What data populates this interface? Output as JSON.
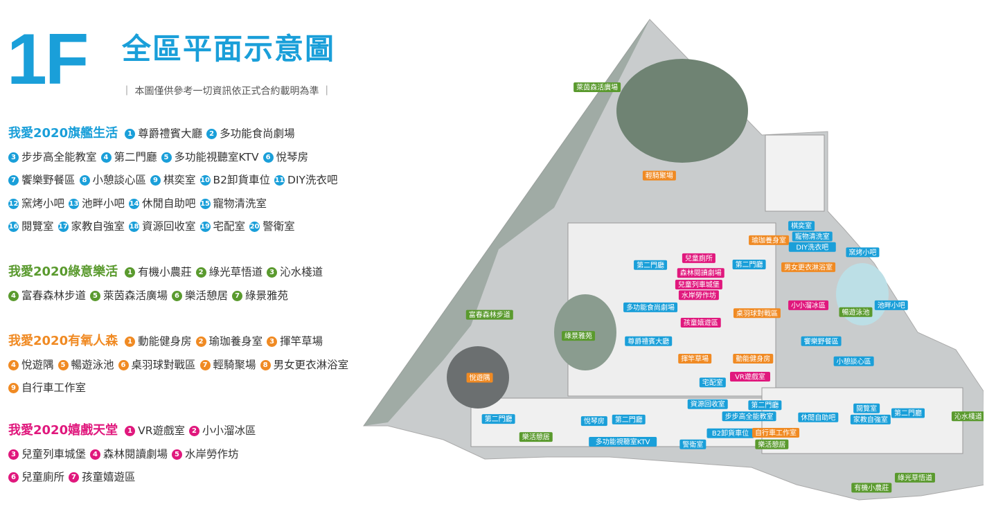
{
  "header": {
    "floor": "1F",
    "title": "全區平面示意圖",
    "subtitle": "本圖僅供參考一切資訊依正式合約載明為準"
  },
  "colors": {
    "blue": "#1a9fd9",
    "green": "#5a9a2e",
    "orange": "#f08a23",
    "magenta": "#e0187d"
  },
  "sections": [
    {
      "title": "我愛2020旗艦生活",
      "color": "#1a9fd9",
      "rows": [
        [
          [
            "1",
            "尊爵禮賓大廳"
          ],
          [
            "2",
            "多功能食尚劇場"
          ]
        ],
        [
          [
            "3",
            "步步高全能教室"
          ],
          [
            "4",
            "第二門廳"
          ],
          [
            "5",
            "多功能視聽室KTV"
          ],
          [
            "6",
            "悅琴房"
          ]
        ],
        [
          [
            "7",
            "饗樂野餐區"
          ],
          [
            "8",
            "小憩談心區"
          ],
          [
            "9",
            "棋奕室"
          ],
          [
            "10",
            "B2卸貨車位"
          ],
          [
            "11",
            "DIY洗衣吧"
          ]
        ],
        [
          [
            "12",
            "窯烤小吧"
          ],
          [
            "13",
            "池畔小吧"
          ],
          [
            "14",
            "休閒自助吧"
          ],
          [
            "15",
            "寵物清洗室"
          ]
        ],
        [
          [
            "16",
            "閱覽室"
          ],
          [
            "17",
            "家教自強室"
          ],
          [
            "18",
            "資源回收室"
          ],
          [
            "19",
            "宅配室"
          ],
          [
            "20",
            "警衛室"
          ]
        ]
      ]
    },
    {
      "title": "我愛2020綠意樂活",
      "color": "#5a9a2e",
      "rows": [
        [
          [
            "1",
            "有機小農莊"
          ],
          [
            "2",
            "綠光草悟道"
          ],
          [
            "3",
            "沁水棧道"
          ]
        ],
        [
          [
            "4",
            "富春森林步道"
          ],
          [
            "5",
            "萊茵森活廣場"
          ],
          [
            "6",
            "樂活憩居"
          ],
          [
            "7",
            "綠景雅苑"
          ]
        ]
      ]
    },
    {
      "title": "我愛2020有氧人森",
      "color": "#f08a23",
      "rows": [
        [
          [
            "1",
            "動能健身房"
          ],
          [
            "2",
            "瑜珈養身室"
          ],
          [
            "3",
            "揮竿草場"
          ]
        ],
        [
          [
            "4",
            "悅遊隅"
          ],
          [
            "5",
            "暢遊泳池"
          ],
          [
            "6",
            "桌羽球對戰區"
          ],
          [
            "7",
            "輕騎聚場"
          ],
          [
            "8",
            "男女更衣淋浴室"
          ]
        ],
        [
          [
            "9",
            "自行車工作室"
          ]
        ]
      ]
    },
    {
      "title": "我愛2020嬉戲天堂",
      "color": "#e0187d",
      "rows": [
        [
          [
            "1",
            "VR遊戲室"
          ],
          [
            "2",
            "小小溜冰區"
          ]
        ],
        [
          [
            "3",
            "兒童列車城堡"
          ],
          [
            "4",
            "森林閱讀劇場"
          ],
          [
            "5",
            "水岸勞作坊"
          ]
        ],
        [
          [
            "6",
            "兒童廁所"
          ],
          [
            "7",
            "孩童嬉遊區"
          ]
        ]
      ]
    }
  ],
  "map_labels": [
    {
      "text": "萊茵森活廣場",
      "cat": "green",
      "lx": 0.605,
      "ly": 0.165
    },
    {
      "text": "輕騎聚場",
      "cat": "orange",
      "lx": 0.668,
      "ly": 0.332
    },
    {
      "text": "富春森林步道",
      "cat": "green",
      "lx": 0.496,
      "ly": 0.595
    },
    {
      "text": "綠景雅苑",
      "cat": "green",
      "lx": 0.586,
      "ly": 0.635
    },
    {
      "text": "悅遊隅",
      "cat": "orange",
      "lx": 0.486,
      "ly": 0.714
    },
    {
      "text": "第二門廳",
      "cat": "blue",
      "lx": 0.505,
      "ly": 0.792
    },
    {
      "text": "樂活憩居",
      "cat": "green",
      "lx": 0.543,
      "ly": 0.826
    },
    {
      "text": "悅琴房",
      "cat": "blue",
      "lx": 0.602,
      "ly": 0.796
    },
    {
      "text": "第二門廳",
      "cat": "blue",
      "lx": 0.637,
      "ly": 0.793
    },
    {
      "text": "多功能視聽室KTV",
      "cat": "blue",
      "lx": 0.631,
      "ly": 0.835
    },
    {
      "text": "第二門廳",
      "cat": "blue",
      "lx": 0.659,
      "ly": 0.501
    },
    {
      "text": "多功能食尚劇場",
      "cat": "blue",
      "lx": 0.659,
      "ly": 0.581
    },
    {
      "text": "尊爵禮賓大廳",
      "cat": "blue",
      "lx": 0.657,
      "ly": 0.645
    },
    {
      "text": "兒童廁所",
      "cat": "magenta",
      "lx": 0.708,
      "ly": 0.488
    },
    {
      "text": "森林閱讀劇場",
      "cat": "magenta",
      "lx": 0.71,
      "ly": 0.516
    },
    {
      "text": "兒童列車城堡",
      "cat": "magenta",
      "lx": 0.708,
      "ly": 0.538
    },
    {
      "text": "水岸勞作坊",
      "cat": "magenta",
      "lx": 0.708,
      "ly": 0.558
    },
    {
      "text": "孩童嬉遊區",
      "cat": "magenta",
      "lx": 0.71,
      "ly": 0.61
    },
    {
      "text": "揮竿草場",
      "cat": "orange",
      "lx": 0.704,
      "ly": 0.678
    },
    {
      "text": "宅配室",
      "cat": "blue",
      "lx": 0.722,
      "ly": 0.723
    },
    {
      "text": "資源回收室",
      "cat": "blue",
      "lx": 0.717,
      "ly": 0.764
    },
    {
      "text": "B2卸貨車位",
      "cat": "blue",
      "lx": 0.74,
      "ly": 0.819
    },
    {
      "text": "警衛室",
      "cat": "blue",
      "lx": 0.702,
      "ly": 0.84
    },
    {
      "text": "瑜珈養身室",
      "cat": "orange",
      "lx": 0.779,
      "ly": 0.454
    },
    {
      "text": "第二門廳",
      "cat": "blue",
      "lx": 0.759,
      "ly": 0.5
    },
    {
      "text": "桌羽球對戰區",
      "cat": "orange",
      "lx": 0.767,
      "ly": 0.592
    },
    {
      "text": "動能健身房",
      "cat": "orange",
      "lx": 0.763,
      "ly": 0.678
    },
    {
      "text": "VR遊戲室",
      "cat": "magenta",
      "lx": 0.76,
      "ly": 0.712
    },
    {
      "text": "第二門廳",
      "cat": "blue",
      "lx": 0.775,
      "ly": 0.766
    },
    {
      "text": "步步高全能教室",
      "cat": "blue",
      "lx": 0.759,
      "ly": 0.787
    },
    {
      "text": "自行車工作室",
      "cat": "orange",
      "lx": 0.786,
      "ly": 0.818
    },
    {
      "text": "樂活憩居",
      "cat": "green",
      "lx": 0.782,
      "ly": 0.84
    },
    {
      "text": "棋奕室",
      "cat": "blue",
      "lx": 0.812,
      "ly": 0.427
    },
    {
      "text": "寵物清洗室",
      "cat": "blue",
      "lx": 0.823,
      "ly": 0.447
    },
    {
      "text": "DIY洗衣吧",
      "cat": "blue",
      "lx": 0.823,
      "ly": 0.467
    },
    {
      "text": "男女更衣淋浴室",
      "cat": "orange",
      "lx": 0.819,
      "ly": 0.505
    },
    {
      "text": "小小溜冰區",
      "cat": "magenta",
      "lx": 0.819,
      "ly": 0.577
    },
    {
      "text": "饗樂野餐區",
      "cat": "blue",
      "lx": 0.832,
      "ly": 0.645
    },
    {
      "text": "休閒自助吧",
      "cat": "blue",
      "lx": 0.829,
      "ly": 0.789
    },
    {
      "text": "窯烤小吧",
      "cat": "blue",
      "lx": 0.874,
      "ly": 0.477
    },
    {
      "text": "暢遊泳池",
      "cat": "green",
      "lx": 0.867,
      "ly": 0.59
    },
    {
      "text": "池畔小吧",
      "cat": "blue",
      "lx": 0.903,
      "ly": 0.577
    },
    {
      "text": "小憩談心區",
      "cat": "blue",
      "lx": 0.865,
      "ly": 0.683
    },
    {
      "text": "閱覽室",
      "cat": "blue",
      "lx": 0.878,
      "ly": 0.772
    },
    {
      "text": "家教自強室",
      "cat": "blue",
      "lx": 0.882,
      "ly": 0.793
    },
    {
      "text": "第二門廳",
      "cat": "blue",
      "lx": 0.92,
      "ly": 0.781
    },
    {
      "text": "沁水棧道",
      "cat": "green",
      "lx": 0.981,
      "ly": 0.787
    },
    {
      "text": "綠光草悟道",
      "cat": "green",
      "lx": 0.927,
      "ly": 0.903
    },
    {
      "text": "有機小農莊",
      "cat": "green",
      "lx": 0.883,
      "ly": 0.922
    }
  ]
}
